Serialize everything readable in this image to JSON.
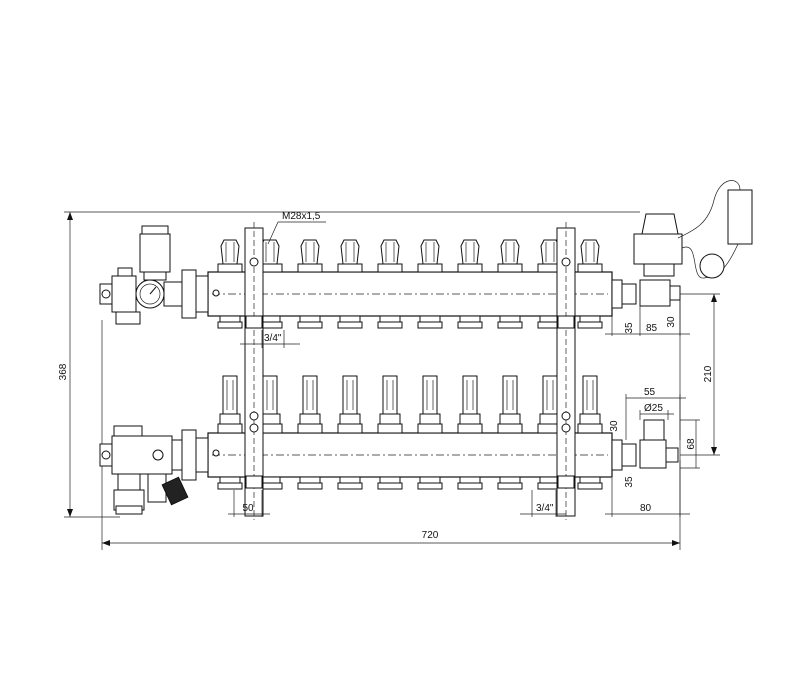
{
  "drawing": {
    "outlets_count": 10,
    "line_color": "#111111",
    "background": "#ffffff"
  },
  "dimensions": {
    "overall_height": "368",
    "overall_width": "720",
    "thread": "M28x1,5",
    "outlet_thread_top": "3/4\"",
    "outlet_thread_bottom": "3/4\"",
    "top_right_35": "35",
    "top_right_85": "85",
    "top_right_30": "30",
    "center_distance": "210",
    "valve_55": "55",
    "valve_dia": "Ø25",
    "bottom_right_30": "30",
    "valve_68": "68",
    "bottom_right_35": "35",
    "bottom_left_50": "50",
    "bottom_right_80": "80"
  }
}
